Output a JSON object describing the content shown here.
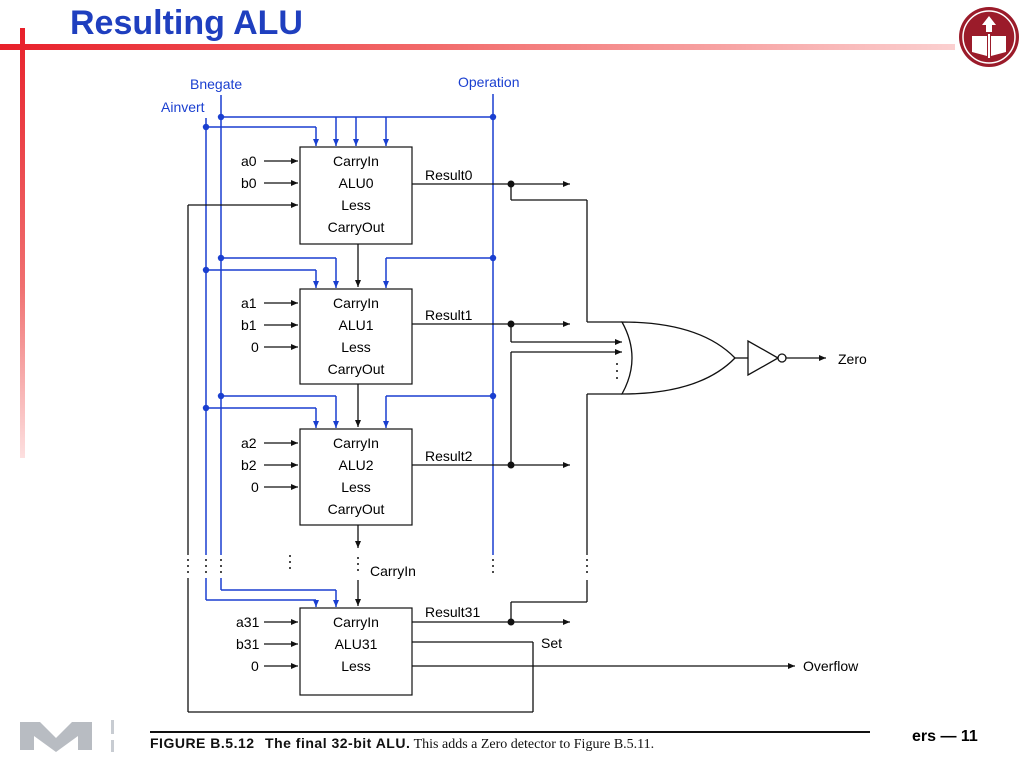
{
  "slide": {
    "title": "Resulting ALU",
    "page_label": "ers — 11"
  },
  "caption": {
    "figure_label": "FIGURE B.5.12",
    "figure_title": "The final 32-bit ALU.",
    "figure_text": "This adds a Zero detector to Figure B.5.11."
  },
  "diagram": {
    "control_labels": {
      "bnegate": "Bnegate",
      "ainvert": "Ainvert",
      "operation": "Operation"
    },
    "alus": [
      {
        "name": "ALU0",
        "carry_in": "CarryIn",
        "less": "Less",
        "carry_out": "CarryOut",
        "in_a": "a0",
        "in_b": "b0",
        "result": "Result0"
      },
      {
        "name": "ALU1",
        "carry_in": "CarryIn",
        "less": "Less",
        "carry_out": "CarryOut",
        "in_a": "a1",
        "in_b": "b1",
        "in_less": "0",
        "result": "Result1"
      },
      {
        "name": "ALU2",
        "carry_in": "CarryIn",
        "less": "Less",
        "carry_out": "CarryOut",
        "in_a": "a2",
        "in_b": "b2",
        "in_less": "0",
        "result": "Result2"
      },
      {
        "name": "ALU31",
        "carry_in": "CarryIn",
        "less": "Less",
        "in_a": "a31",
        "in_b": "b31",
        "in_less": "0",
        "result": "Result31"
      }
    ],
    "carry_in_label": "CarryIn",
    "outputs": {
      "zero": "Zero",
      "set": "Set",
      "overflow": "Overflow"
    },
    "colors": {
      "control_lines": "#1a3fd0",
      "data_lines": "#111111",
      "title": "#1f3fbf",
      "accent_red": "#e8202a",
      "logo": "#9b1b2a"
    }
  }
}
